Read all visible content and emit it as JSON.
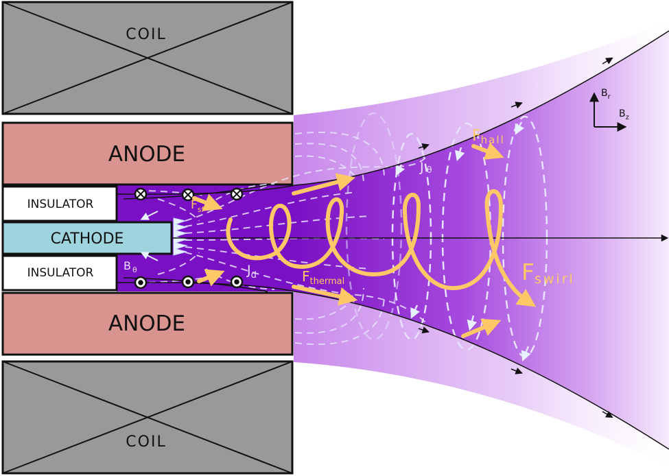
{
  "labels": {
    "coil_top": "COIL",
    "coil_bottom": "COIL",
    "anode_top": "ANODE",
    "anode_bottom": "ANODE",
    "insulator_top": "INSULATOR",
    "insulator_bottom": "INSULATOR",
    "cathode": "CATHODE",
    "f_sf": {
      "main": "F",
      "sub": "sf"
    },
    "f_hall": {
      "main": "F",
      "sub": "hall"
    },
    "f_thermal": {
      "main": "F",
      "sub": "thermal"
    },
    "f_swirl": {
      "main": "F",
      "sub": "swirl"
    },
    "j_theta": {
      "main": "J",
      "sub": "θ"
    },
    "j_d": {
      "main": "J",
      "sub": "d"
    },
    "b_theta": {
      "main": "B",
      "sub": "θ"
    },
    "b_r": {
      "main": "B",
      "sub": "r"
    },
    "b_z": {
      "main": "B",
      "sub": "z"
    }
  },
  "colors": {
    "coil": "#999999",
    "anode": "#d99490",
    "insulator": "#ffffff",
    "cathode": "#9fd3dd",
    "plasma_dark": "#7d16c8",
    "plasma_light": "#efd6fb",
    "force_arrow": "#ffc866",
    "current_dash": "#e6e2ff"
  }
}
